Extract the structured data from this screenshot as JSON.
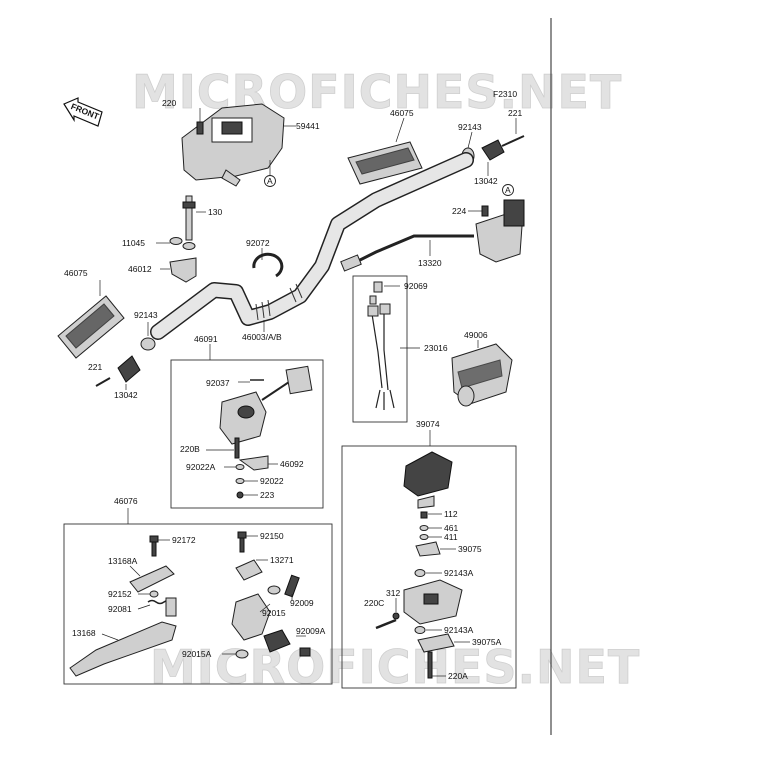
{
  "watermark": {
    "top": "MICROFICHES.NET",
    "bottom": "MICROFICHES.NET"
  },
  "figure_code": "F2310",
  "front_tag": "FRONT",
  "ref_a": "A",
  "labels": {
    "p220": "220",
    "p59441": "59441",
    "p46075_top": "46075",
    "p92143_top": "92143",
    "p221_top": "221",
    "p13042_top": "13042",
    "p130": "130",
    "p11045": "11045",
    "p46012": "46012",
    "p92072": "92072",
    "p224": "224",
    "p13320": "13320",
    "p46075_left": "46075",
    "p92143_left": "92143",
    "p46003": "46003/A/B",
    "p221_left": "221",
    "p13042_left": "13042",
    "p92069": "92069",
    "p23016": "23016",
    "p49006": "49006",
    "p46091": "46091",
    "p92037": "92037",
    "p220B": "220B",
    "p92022A": "92022A",
    "p46092": "46092",
    "p92022": "92022",
    "p223": "223",
    "p39074": "39074",
    "p112": "112",
    "p461": "461",
    "p411": "411",
    "p39075": "39075",
    "p92143A_1": "92143A",
    "p312": "312",
    "p220C": "220C",
    "p92143A_2": "92143A",
    "p39075A": "39075A",
    "p220A": "220A",
    "p46076": "46076",
    "p92172": "92172",
    "p92150": "92150",
    "p13168A": "13168A",
    "p13271": "13271",
    "p92152": "92152",
    "p92009": "92009",
    "p92081": "92081",
    "p92015": "92015",
    "p13168": "13168",
    "p92009A": "92009A",
    "p92015A": "92015A"
  }
}
